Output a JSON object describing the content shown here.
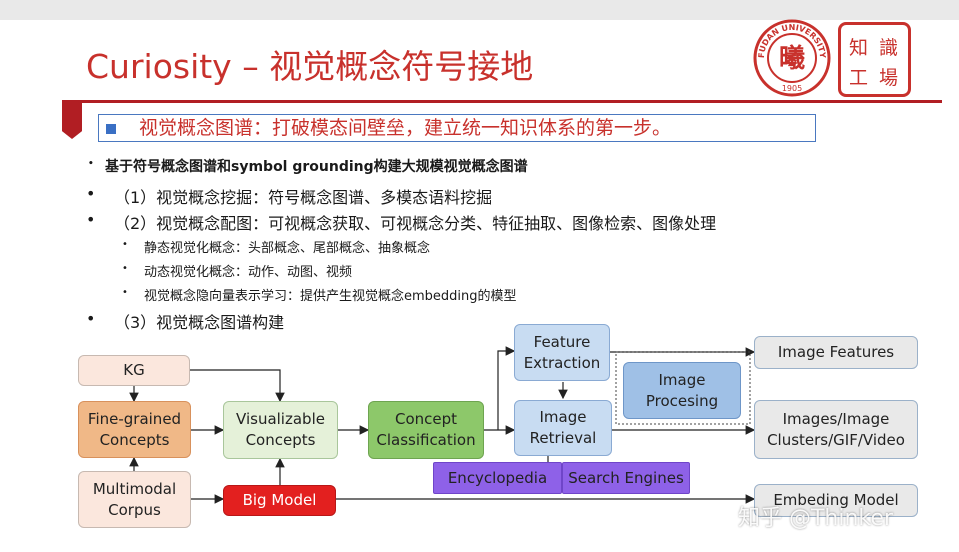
{
  "slide": {
    "title": "Curiosity – 视觉概念符号接地",
    "subtitle": "视觉概念图谱：打破模态间壁垒，建立统一知识体系的第一步。"
  },
  "logos": {
    "seal_text": "FUDAN UNIVERSITY",
    "seal_year": "1905",
    "seal_center": "曦",
    "kf_chars": [
      "知",
      "識",
      "工",
      "場"
    ]
  },
  "bullets": [
    {
      "text": "基于符号概念图谱和symbol grounding构建大规模视觉概念图谱"
    },
    {
      "text": "（1）视觉概念挖掘：符号概念图谱、多模态语料挖掘"
    },
    {
      "text": "（2）视觉概念配图：可视概念获取、可视概念分类、特征抽取、图像检索、图像处理"
    },
    {
      "text": "静态视觉化概念：头部概念、尾部概念、抽象概念"
    },
    {
      "text": "动态视觉化概念：动作、动图、视频"
    },
    {
      "text": "视觉概念隐向量表示学习：提供产生视觉概念embedding的模型"
    },
    {
      "text": "（3）视觉概念图谱构建"
    }
  ],
  "diagram": {
    "nodes": {
      "kg": "KG",
      "fine_grained": "Fine-grained\nConcepts",
      "multimodal": "Multimodal\nCorpus",
      "visualizable": "Visualizable\nConcepts",
      "big_model": "Big Model",
      "concept_class": "Concept\nClassification",
      "feature_extraction": "Feature\nExtraction",
      "image_retrieval": "Image\nRetrieval",
      "image_processing": "Image\nProcesing",
      "encyclopedia": "Encyclopedia",
      "search_engines": "Search Engines",
      "image_features": "Image Features",
      "images_clusters": "Images/Image\nClusters/GIF/Video",
      "embedding_model": "Embeding Model"
    },
    "colors": {
      "kg": "#fbe7dd",
      "fine_grained": "#f0b887",
      "multimodal": "#fbe7dd",
      "visualizable": "#e5f1d9",
      "big_model": "#e3201f",
      "concept_class": "#8dc86a",
      "feature_extraction": "#c8dcf2",
      "image_retrieval": "#c8dcf2",
      "image_processing": "#9fc0e6",
      "encyclopedia": "#8e61e8",
      "search_engines": "#8e61e8",
      "outputs": "#e9e9e9"
    }
  },
  "watermark": "知乎 @Thinker"
}
